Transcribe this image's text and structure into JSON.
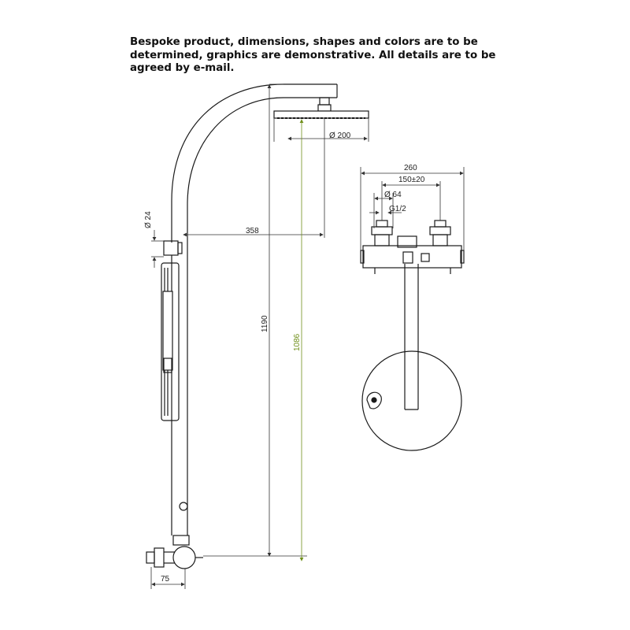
{
  "note": {
    "line1": "Bespoke product, dimensions, shapes and colors are to be",
    "line2": "determined, graphics are demonstrative. All details are to be",
    "line3": "agreed by e-mail."
  },
  "dimensions": {
    "head_diameter": "Ø 200",
    "reach": "358",
    "pipe_diameter": "Ø 24",
    "total_height": "1190",
    "head_height": "1086",
    "wall_offset": "75",
    "width": "260",
    "centers": "150±20",
    "rosette_diameter": "Ø 64",
    "thread": "G1/2"
  },
  "colors": {
    "line": "#1a1a1a",
    "dim_line": "#333333",
    "green_dim": "#6f8f1a"
  }
}
